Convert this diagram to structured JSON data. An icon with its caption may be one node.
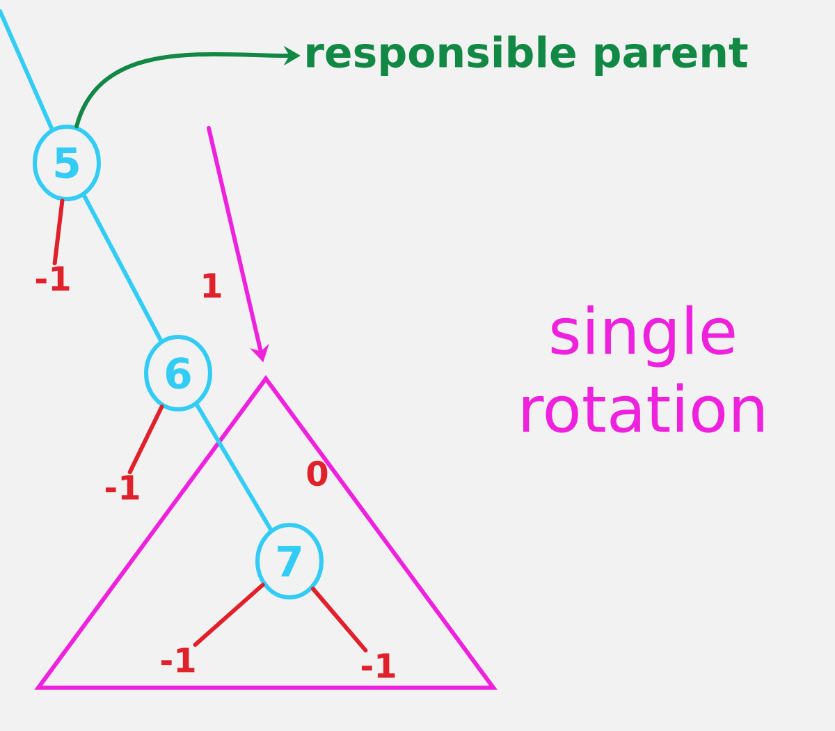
{
  "diagram": {
    "nodes": [
      {
        "text": [
          "responsible parent"
        ]
      },
      {
        "text": [
          "5"
        ]
      },
      {
        "text": [
          "-1"
        ]
      },
      {
        "text": [
          "6"
        ]
      },
      {
        "text": [
          "-1"
        ]
      },
      {
        "text": [],
        "shape": "triangle"
      },
      {
        "text": [
          "7"
        ],
        "in": 5
      },
      {
        "text": [
          "-1"
        ],
        "in": 5
      },
      {
        "text": [
          "-1"
        ],
        "in": 5
      }
    ],
    "edges": [
      {
        "from": null,
        "to": 1,
        "arrow": "none",
        "color": "#33ccf5"
      },
      {
        "from": 1,
        "to": 0,
        "arrow": "to",
        "color": "#118844"
      },
      {
        "from": 1,
        "to": 2,
        "arrow": "none",
        "color": "#e0202a"
      },
      {
        "from": 1,
        "to": 3,
        "arrow": "none",
        "color": "#33ccf5"
      },
      {
        "from": 3,
        "to": 4,
        "arrow": "none",
        "color": "#e0202a"
      },
      {
        "from": 3,
        "to": 6,
        "arrow": "none",
        "color": "#33ccf5"
      },
      {
        "from": 6,
        "to": 7,
        "arrow": "none",
        "color": "#e0202a"
      },
      {
        "from": 6,
        "to": 8,
        "arrow": "none",
        "color": "#e0202a"
      },
      {
        "from": null,
        "to": 5,
        "arrow": "to",
        "color": "#ee22dd"
      }
    ],
    "labels": [
      "1",
      "single rotation",
      "0"
    ]
  }
}
